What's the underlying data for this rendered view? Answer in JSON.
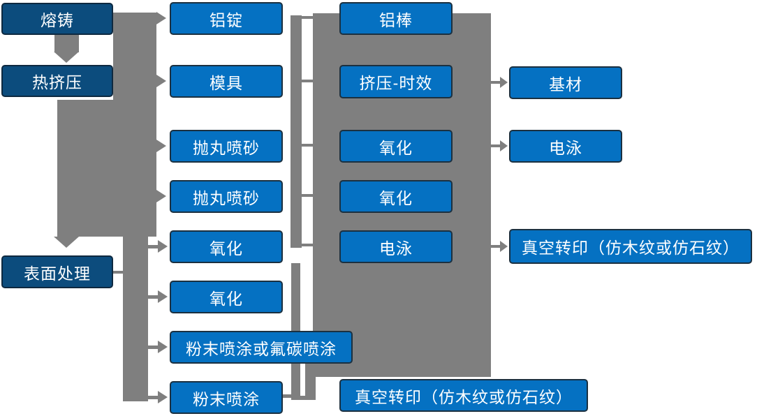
{
  "diagram": {
    "type": "process-flowchart",
    "language": "zh-CN",
    "colors": {
      "stage_box_fill": "#0C4C7D",
      "process_box_fill": "#0571C2",
      "connector_gray": "#7F7F7F",
      "text": "#FFFFFF",
      "background": "#FFFFFF"
    },
    "nodes": {
      "melt_casting": {
        "label": "熔铸"
      },
      "hot_extrusion": {
        "label": "热挤压"
      },
      "surface_treatment": {
        "label": "表面处理"
      },
      "aluminum_ingot": {
        "label": "铝锭"
      },
      "mold": {
        "label": "模具"
      },
      "shot_blasting_1": {
        "label": "抛丸喷砂"
      },
      "shot_blasting_2": {
        "label": "抛丸喷砂"
      },
      "oxidation_1": {
        "label": "氧化"
      },
      "oxidation_2": {
        "label": "氧化"
      },
      "powder_or_fluorocarbon_coating": {
        "label": "粉末喷涂或氟碳喷涂"
      },
      "powder_coating": {
        "label": "粉末喷涂"
      },
      "aluminum_rod": {
        "label": "铝棒"
      },
      "extrusion_aging": {
        "label": "挤压-时效"
      },
      "oxidation_3": {
        "label": "氧化"
      },
      "oxidation_4": {
        "label": "氧化"
      },
      "electrophoresis_1": {
        "label": "电泳"
      },
      "vacuum_transfer_bottom": {
        "label": "真空转印（仿木纹或仿石纹）"
      },
      "substrate": {
        "label": "基材"
      },
      "electrophoresis_2": {
        "label": "电泳"
      },
      "vacuum_transfer_right": {
        "label": "真空转印（仿木纹或仿石纹）"
      }
    },
    "edges": [
      {
        "from": "熔铸",
        "to": "热挤压"
      },
      {
        "from": "熔铸",
        "to": "铝锭"
      },
      {
        "from": "热挤压",
        "to": "模具"
      },
      {
        "from": "热挤压",
        "to": "表面处理"
      },
      {
        "from": "表面处理",
        "to": "抛丸喷砂 (1)"
      },
      {
        "from": "表面处理",
        "to": "抛丸喷砂 (2)"
      },
      {
        "from": "表面处理",
        "to": "氧化 (1)"
      },
      {
        "from": "表面处理",
        "to": "氧化 (2)"
      },
      {
        "from": "表面处理",
        "to": "粉末喷涂或氟碳喷涂"
      },
      {
        "from": "表面处理",
        "to": "粉末喷涂"
      },
      {
        "from": "铝锭",
        "to": "铝棒"
      },
      {
        "from": "模具",
        "to": "挤压-时效"
      },
      {
        "from": "挤压-时效",
        "to": "基材"
      },
      {
        "from": "氧化",
        "to": "电泳"
      },
      {
        "from": "电泳",
        "to": "真空转印（仿木纹或仿石纹）"
      },
      {
        "from": "粉末喷涂",
        "to": "真空转印（仿木纹或仿石纹）"
      }
    ]
  }
}
